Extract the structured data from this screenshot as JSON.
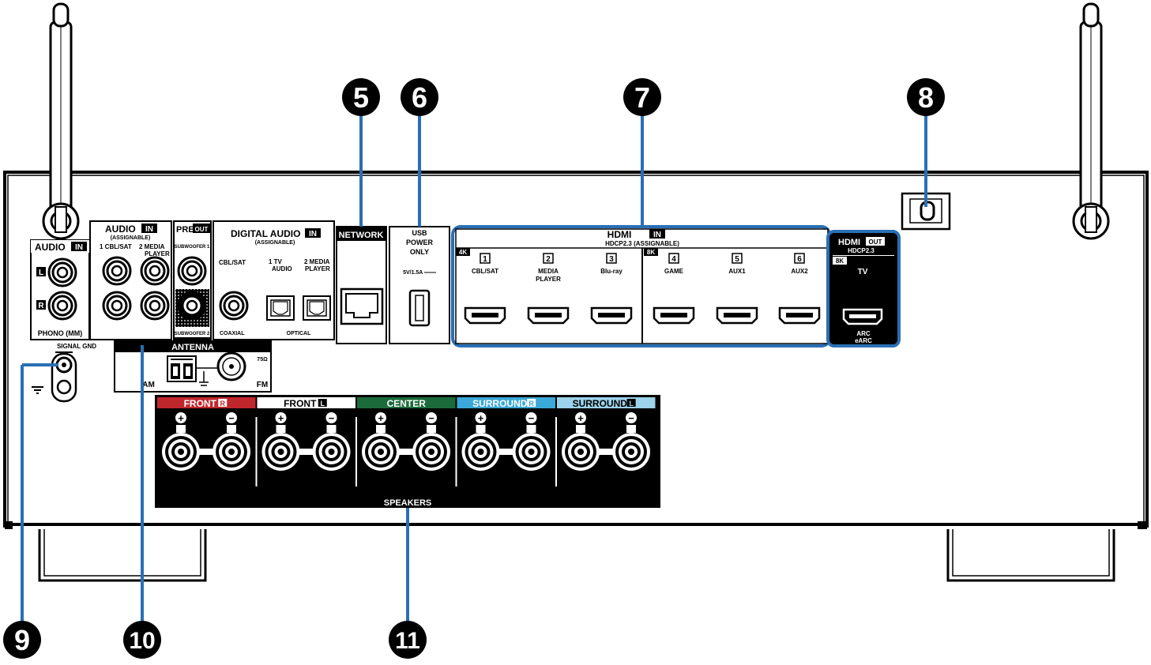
{
  "callouts": [
    "5",
    "6",
    "7",
    "8",
    "9",
    "10",
    "11"
  ],
  "audio_in_left": {
    "title": "AUDIO",
    "in_badge": "IN",
    "l_badge": "L",
    "r_badge": "R",
    "footer": "PHONO (MM)"
  },
  "audio_in_assignable": {
    "title": "AUDIO",
    "in_badge": "IN",
    "sub": "(ASSIGNABLE)",
    "ch1": "1 CBL/SAT",
    "ch2_a": "2  MEDIA",
    "ch2_b": "PLAYER"
  },
  "pre_out": {
    "title": "PRE",
    "out_badge": "OUT",
    "sub1": "SUBWOOFER 1",
    "sub2": "SUBWOOFER 2"
  },
  "digital_audio": {
    "title": "DIGITAL AUDIO",
    "in_badge": "IN",
    "sub": "(ASSIGNABLE)",
    "cbl": "CBL/SAT",
    "tv_a": "1   TV",
    "tv_b": "AUDIO",
    "mp_a": "2  MEDIA",
    "mp_b": "PLAYER",
    "coaxial": "COAXIAL",
    "optical": "OPTICAL"
  },
  "network": {
    "title": "NETWORK"
  },
  "usb": {
    "l1": "USB",
    "l2": "POWER",
    "l3": "ONLY",
    "rating": "5V/1.5A ═══"
  },
  "hdmi_in": {
    "title": "HDMI",
    "in_badge": "IN",
    "sub": "HDCP2.3  (ASSIGNABLE)",
    "badge_4k": "4K",
    "badge_8k": "8K",
    "inputs": [
      {
        "num": "1",
        "label": "CBL/SAT",
        "label2": ""
      },
      {
        "num": "2",
        "label": "MEDIA",
        "label2": "PLAYER"
      },
      {
        "num": "3",
        "label": "Blu-ray",
        "label2": ""
      },
      {
        "num": "4",
        "label": "GAME",
        "label2": ""
      },
      {
        "num": "5",
        "label": "AUX1",
        "label2": ""
      },
      {
        "num": "6",
        "label": "AUX2",
        "label2": ""
      }
    ]
  },
  "hdmi_out": {
    "title": "HDMI",
    "out_badge": "OUT",
    "sub": "HDCP2.3",
    "badge_8k": "8K",
    "tv": "TV",
    "arc": "ARC",
    "earc": "eARC"
  },
  "signal_gnd": "SIGNAL GND",
  "antenna": {
    "title": "ANTENNA",
    "am": "AM",
    "fm": "FM",
    "ohm": "75Ω"
  },
  "speakers": {
    "title": "SPEAKERS",
    "plus": "+",
    "minus": "−",
    "groups": [
      {
        "label": "FRONT",
        "badge": "R",
        "color": "#c0272d",
        "text_color": "#ffffff"
      },
      {
        "label": "FRONT",
        "badge": "L",
        "color": "#ffffff",
        "text_color": "#000000"
      },
      {
        "label": "CENTER",
        "badge": "",
        "color": "#1b6b3a",
        "text_color": "#ffffff"
      },
      {
        "label": "SURROUND",
        "badge": "R",
        "color": "#3aa8d8",
        "text_color": "#ffffff"
      },
      {
        "label": "SURROUND",
        "badge": "L",
        "color": "#9cd2ea",
        "text_color": "#000000"
      }
    ]
  },
  "colors": {
    "callout_line": "#2a6fb5",
    "panel_black": "#000000"
  }
}
